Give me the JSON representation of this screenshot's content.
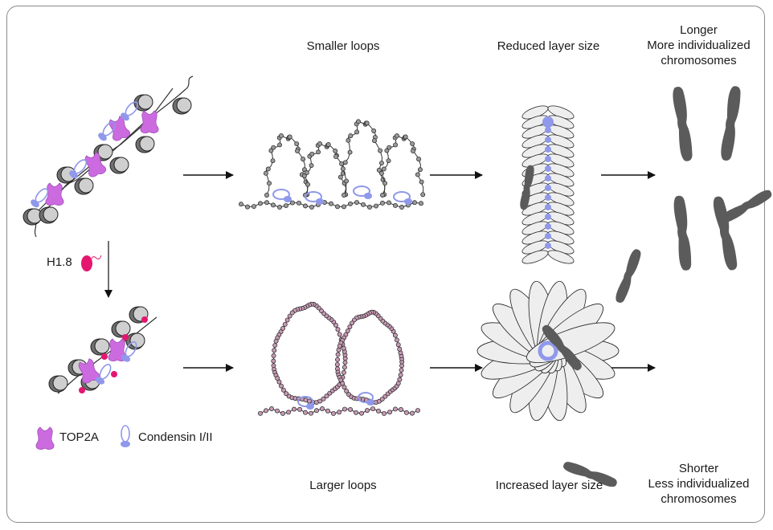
{
  "labels": {
    "smaller_loops": "Smaller loops",
    "reduced_layer": "Reduced layer size",
    "longer": "Longer",
    "more_individualized": "More individualized",
    "chromosomes_top": "chromosomes",
    "larger_loops": "Larger loops",
    "increased_layer": "Increased layer size",
    "shorter": "Shorter",
    "less_individualized": "Less individualized",
    "chromosomes_bottom": "chromosomes",
    "h18": "H1.8",
    "top2a": "TOP2A",
    "condensin": "Condensin I/II"
  },
  "colors": {
    "nucleosome": "#707070",
    "top2a": "#cc6be0",
    "condensin": "#8f98ea",
    "h18": "#e5166f",
    "chromosome": "#5b5b5b",
    "petal_fill": "#eeeeee"
  },
  "icons": [
    "nucleosome-icon",
    "top2a-icon",
    "condensin-icon",
    "h18-icon",
    "arrow-right-icon",
    "arrow-down-icon"
  ]
}
